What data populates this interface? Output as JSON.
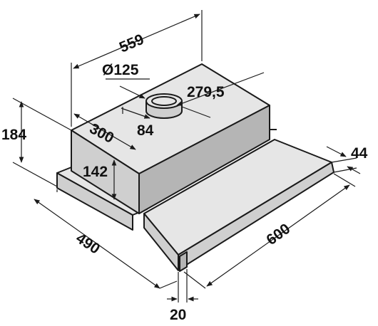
{
  "diagram": {
    "dimensions": {
      "depth_total": "559",
      "duct_diameter": "Ø125",
      "duct_offset_side": "279,5",
      "height_total": "184",
      "body_depth": "300",
      "duct_offset_front": "84",
      "body_height": "142",
      "width_bottom": "490",
      "width_front": "600",
      "front_height": "44",
      "front_thickness": "20"
    }
  }
}
